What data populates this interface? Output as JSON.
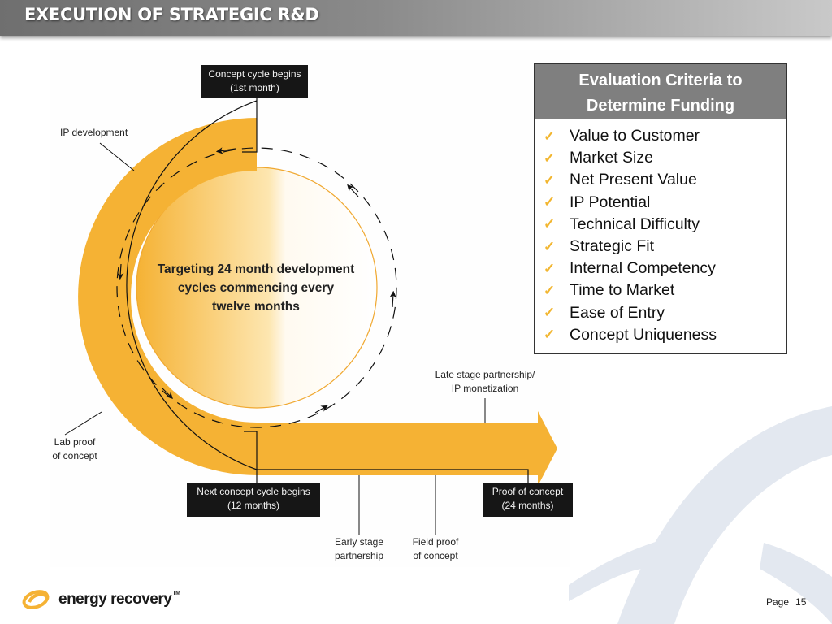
{
  "header": {
    "title": "EXECUTION OF STRATEGIC R&D"
  },
  "colors": {
    "accent_orange": "#f5b234",
    "header_gray": "#7f7f7f",
    "dark_box": "#161616",
    "swoosh": "#e3e8f0"
  },
  "diagram": {
    "center_text": [
      "Targeting 24 month development",
      "cycles commencing every",
      "twelve months"
    ],
    "milestones": {
      "concept_cycle_begins": [
        "Concept cycle begins",
        "(1st month)"
      ],
      "next_concept_cycle": [
        "Next concept cycle begins",
        "(12 months)"
      ],
      "proof_of_concept": [
        "Proof of concept",
        "(24 months)"
      ]
    },
    "stages": {
      "ip_development": "IP development",
      "lab_proof": [
        "Lab proof",
        "of concept"
      ],
      "early_stage": [
        "Early stage",
        "partnership"
      ],
      "field_proof": [
        "Field proof",
        "of concept"
      ],
      "late_stage": [
        "Late stage partnership/",
        "IP monetization"
      ]
    }
  },
  "criteria": {
    "title_line1": "Evaluation Criteria to",
    "title_line2": "Determine Funding",
    "check_icon": "checkmark-icon",
    "items": [
      "Value to Customer",
      "Market Size",
      "Net Present Value",
      "IP Potential",
      "Technical Difficulty",
      "Strategic Fit",
      "Internal Competency",
      "Time to Market",
      "Ease of Entry",
      "Concept Uniqueness"
    ]
  },
  "footer": {
    "logo_text": "energy recovery",
    "logo_tm": "TM",
    "page_label": "Page",
    "page_number": "15"
  }
}
